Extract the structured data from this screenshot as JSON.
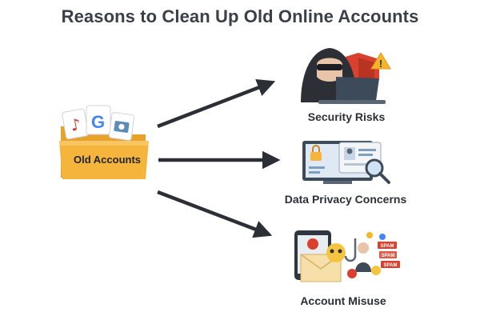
{
  "title": "Reasons to Clean Up Old Online Accounts",
  "source": {
    "label": "Old Accounts",
    "icons": [
      "music-icon",
      "google-icon",
      "camera-icon"
    ]
  },
  "reasons": [
    {
      "label": "Security Risks",
      "icon": "hacker-laptop-icon"
    },
    {
      "label": "Data Privacy Concerns",
      "icon": "id-card-magnifier-icon"
    },
    {
      "label": "Account Misuse",
      "icon": "spam-mail-icon"
    }
  ],
  "colors": {
    "title": "#3a3f4a",
    "arrow": "#2b2f36",
    "folder": "#f5b53c",
    "shield": "#d9412e",
    "warning": "#f5b526"
  },
  "spam_tags": [
    "SPAM",
    "SPAM",
    "SPAM"
  ],
  "warning_glyph": "!"
}
